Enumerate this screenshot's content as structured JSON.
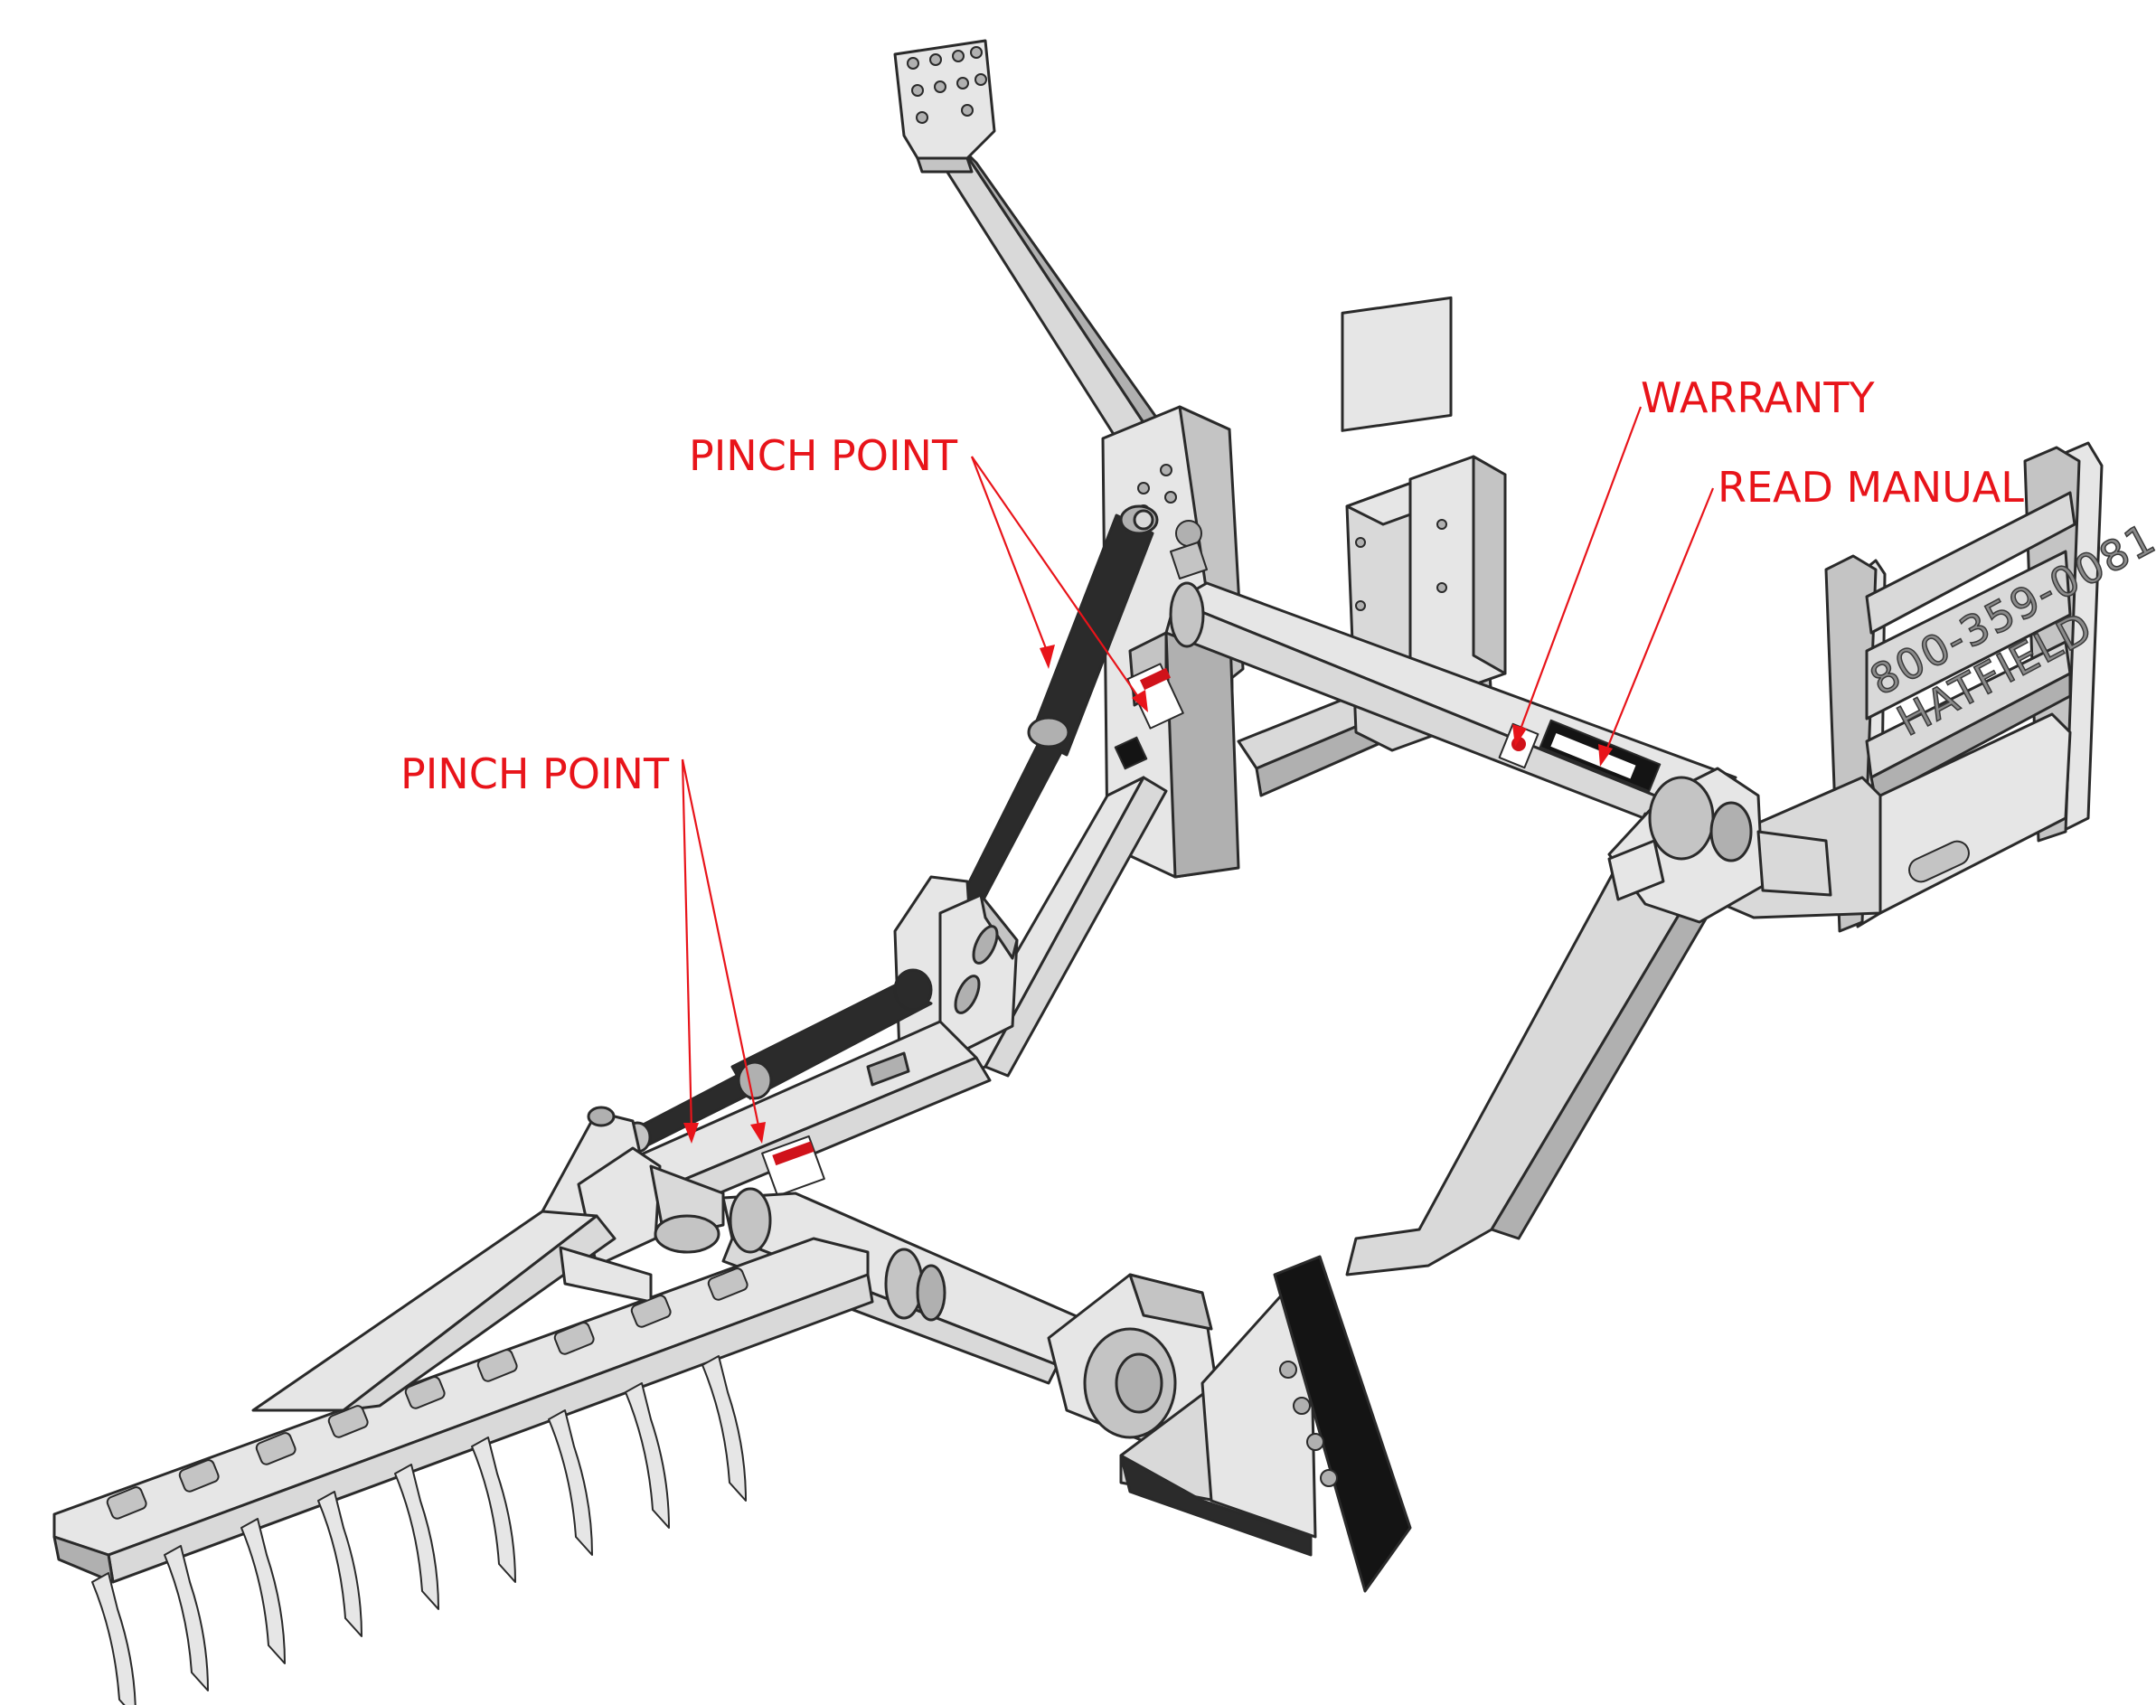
{
  "callouts": {
    "pinch_point_upper": "PINCH POINT",
    "pinch_point_lower": "PINCH POINT",
    "warranty": "WARRANTY",
    "read_manual": "READ MANUAL"
  },
  "branding": {
    "phone": "800-359-0081",
    "brand": "HATFIELD"
  },
  "colors": {
    "callout": "#e8141a",
    "steel": "#d9d9d9",
    "cylinder": "#2b2b2b"
  }
}
